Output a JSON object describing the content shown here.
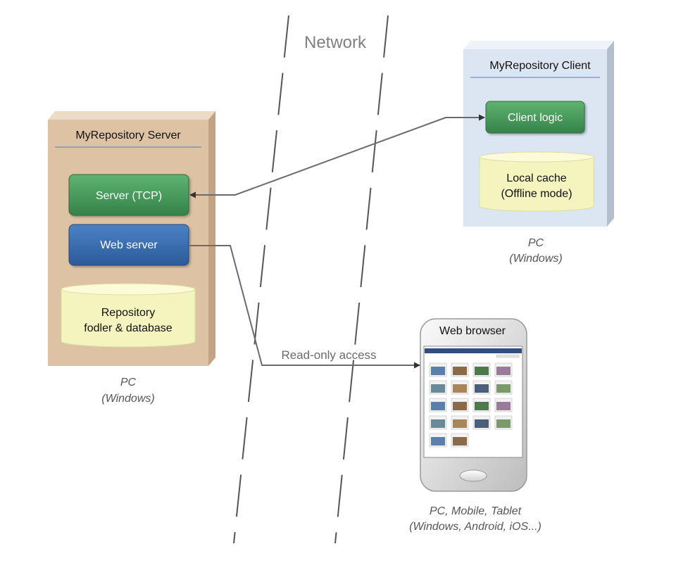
{
  "network": {
    "label": "Network"
  },
  "server_node": {
    "title": "MyRepository Server",
    "tcp_server": "Server (TCP)",
    "web_server": "Web server",
    "repository_line1": "Repository",
    "repository_line2": "fodler & database",
    "caption_line1": "PC",
    "caption_line2": "(Windows)"
  },
  "client_node": {
    "title": "MyRepository Client",
    "client_logic": "Client logic",
    "cache_line1": "Local cache",
    "cache_line2": "(Offline mode)",
    "caption_line1": "PC",
    "caption_line2": "(Windows)"
  },
  "browser_node": {
    "title": "Web browser",
    "caption_line1": "PC, Mobile, Tablet",
    "caption_line2": "(Windows, Android, iOS...)"
  },
  "connections": {
    "read_only": "Read-only access"
  },
  "colors": {
    "server_box": "#ddc2a4",
    "client_box": "#dce6f2",
    "green_component": "#4b9d5c",
    "blue_component": "#3a6db1",
    "cylinder": "#f4f4be",
    "line": "#6b6b6b"
  }
}
